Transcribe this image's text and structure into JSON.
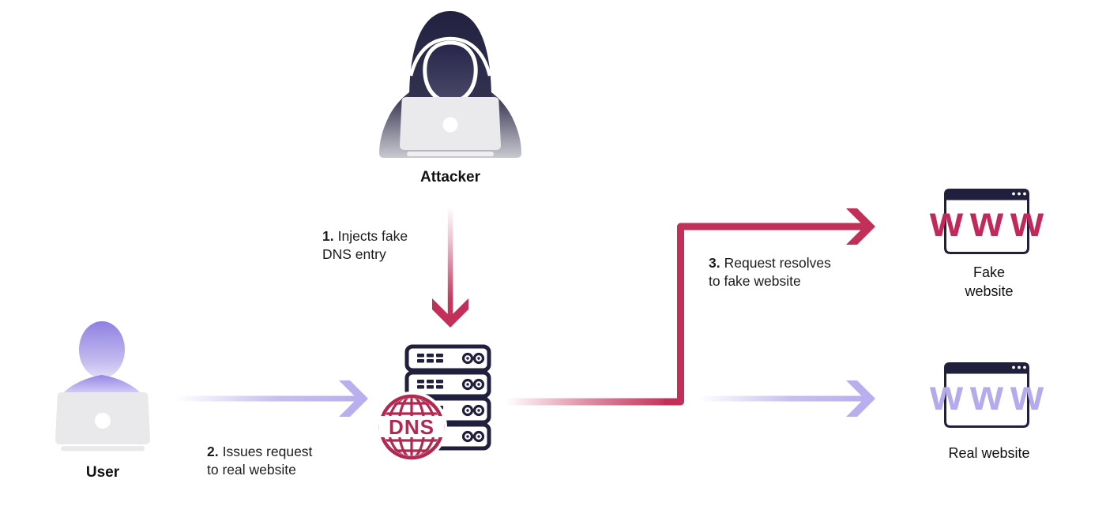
{
  "colors": {
    "navy": "#201f3d",
    "crimson_arrow": "#c22f58",
    "crimson_www": "#c2295a",
    "crimson_globe": "#b12950",
    "purple_arrow": "#b9aeee",
    "purple_www": "#b5abec",
    "purple_head": "#9082e2",
    "laptop_gray": "#e9e9eb",
    "text": "#161616"
  },
  "nodes": {
    "attacker": {
      "label": "Attacker"
    },
    "user": {
      "label": "User"
    },
    "dns": {
      "badge": "DNS"
    },
    "fake_site": {
      "www": "www",
      "label_line1": "Fake",
      "label_line2": "website"
    },
    "real_site": {
      "www": "www",
      "label": "Real website"
    }
  },
  "steps": {
    "s1": {
      "num": "1.",
      "line1": "Injects fake",
      "line2": "DNS entry"
    },
    "s2": {
      "num": "2.",
      "line1": "Issues request",
      "line2": "to real website"
    },
    "s3": {
      "num": "3.",
      "line1": "Request resolves",
      "line2": "to fake website"
    }
  }
}
